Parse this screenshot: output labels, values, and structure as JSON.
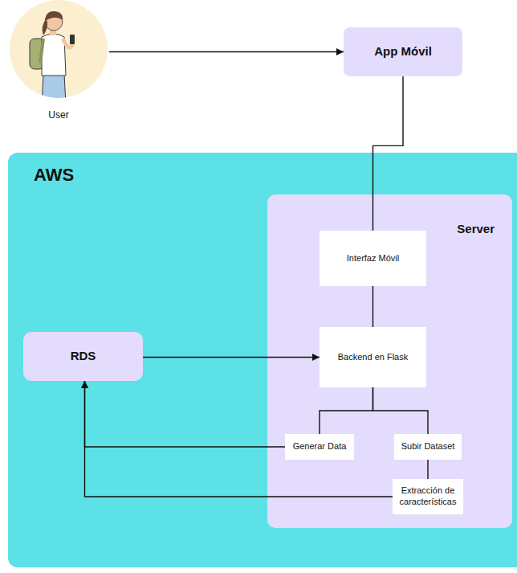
{
  "diagram": {
    "nodes": [
      {
        "text": [
          "User"
        ]
      },
      {
        "text": [
          "App Móvil"
        ]
      },
      {
        "text": [
          "AWS"
        ]
      },
      {
        "text": [
          "Server"
        ],
        "in": 2
      },
      {
        "text": [
          "Interfaz Móvil"
        ],
        "in": 3
      },
      {
        "text": [
          "RDS"
        ],
        "in": 2
      },
      {
        "text": [
          "Backend en Flask"
        ],
        "in": 3
      },
      {
        "text": [
          "Generar Data"
        ],
        "in": 3
      },
      {
        "text": [
          "Subir Dataset"
        ],
        "in": 3
      },
      {
        "text": [
          "Extracción de características"
        ],
        "in": 3
      }
    ],
    "edges": [
      {
        "from": 0,
        "to": 1,
        "arrow": "to"
      },
      {
        "from": 1,
        "to": 4,
        "arrow": "none"
      },
      {
        "from": 4,
        "to": 6,
        "arrow": "none"
      },
      {
        "from": 5,
        "to": 6,
        "arrow": "to"
      },
      {
        "from": 6,
        "to": 7,
        "arrow": "none"
      },
      {
        "from": 6,
        "to": 8,
        "arrow": "none"
      },
      {
        "from": 7,
        "to": 5,
        "arrow": "to"
      },
      {
        "from": 9,
        "to": 5,
        "arrow": "to"
      },
      {
        "from": 8,
        "to": 9,
        "arrow": "none"
      }
    ]
  }
}
